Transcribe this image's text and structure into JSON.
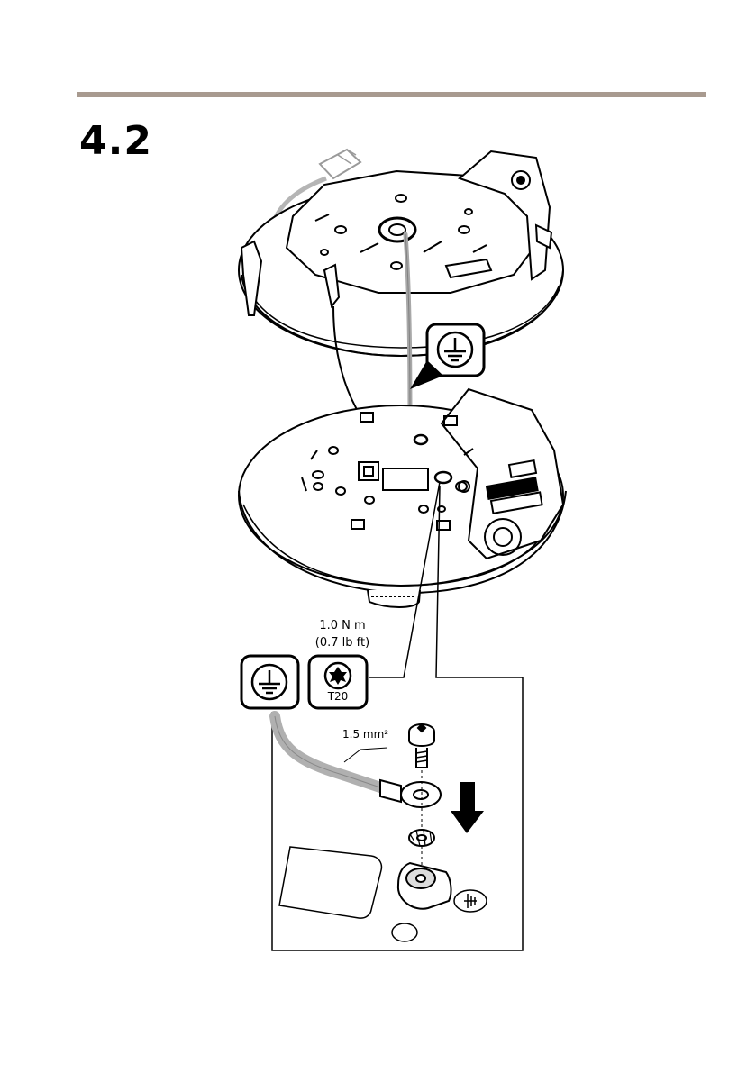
{
  "section": {
    "number": "4.2"
  },
  "figure": {
    "torque_nm": "1.0 N m",
    "torque_lbft": "(0.7 lb ft)",
    "tool_bit": "T20",
    "wire_size": "1.5 mm²",
    "icons": [
      "ground-symbol-icon",
      "torx-bit-icon",
      "down-arrow-icon"
    ],
    "colors": {
      "rule": "#a89a8f",
      "ground_wire": "#a8a8a8",
      "line": "#000000"
    }
  }
}
